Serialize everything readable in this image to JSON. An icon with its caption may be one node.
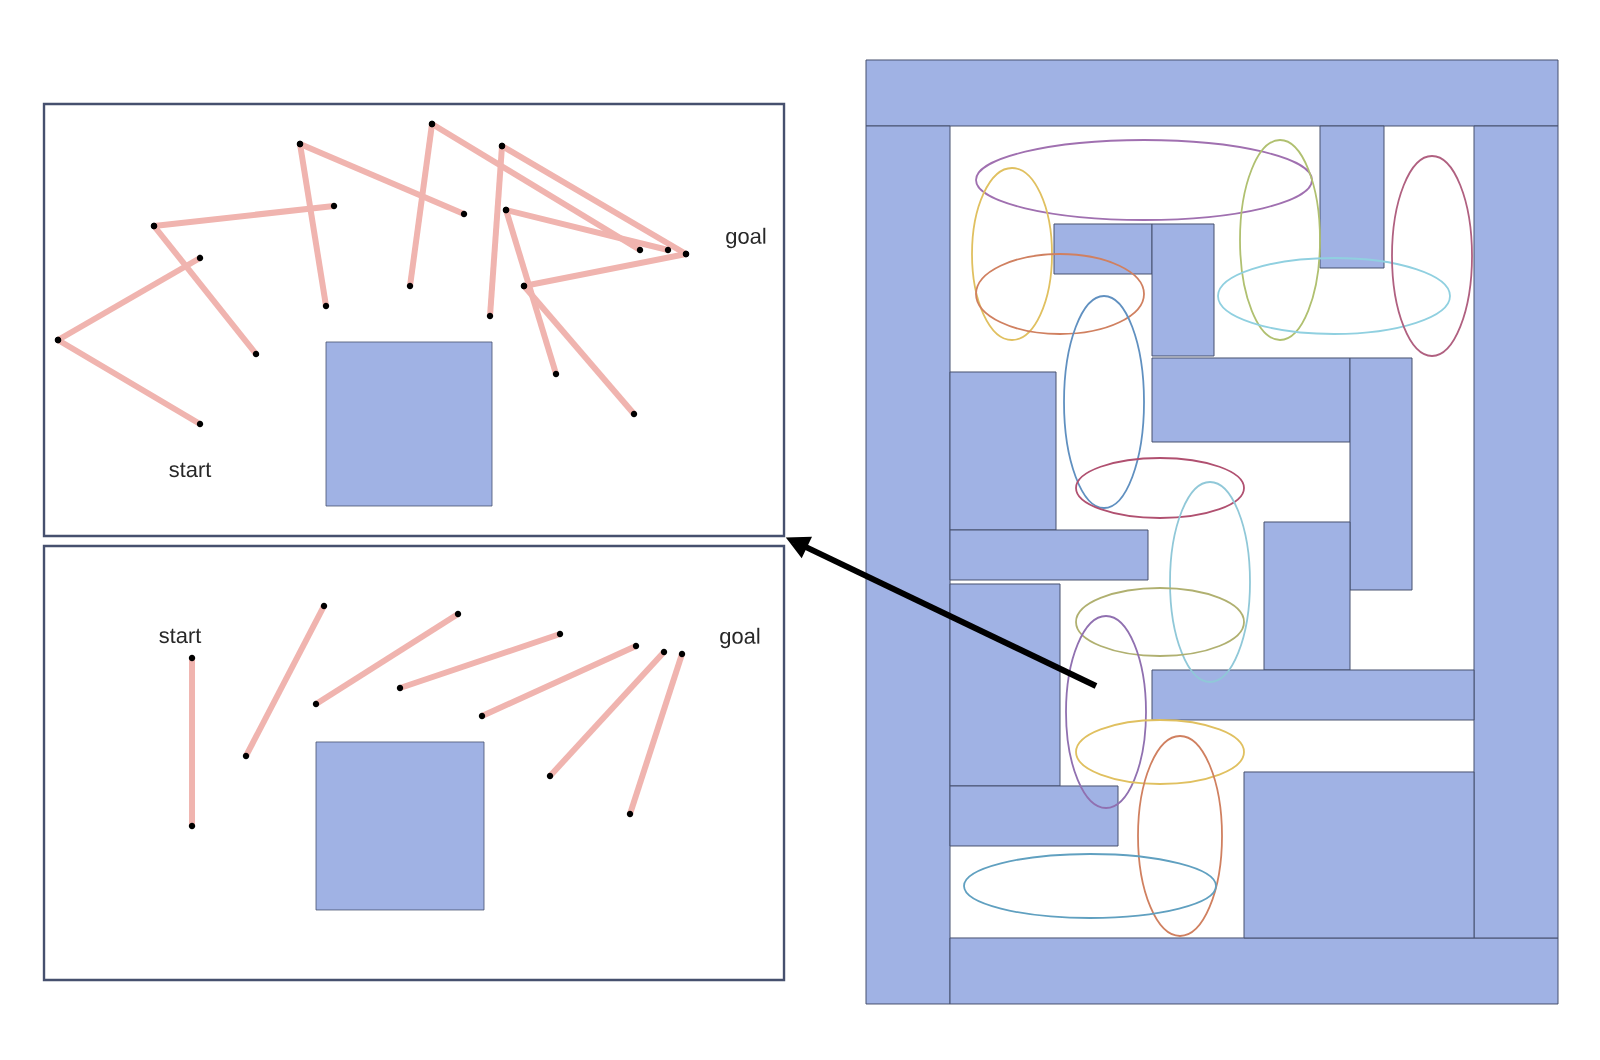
{
  "diagram": {
    "nodes": [
      {
        "text": [
          "goal",
          "start"
        ]
      },
      {
        "text": [
          "start",
          "goal"
        ]
      },
      {
        "text": [],
        "shape": "picture"
      }
    ],
    "edges": [
      {
        "from": 2,
        "to": 0,
        "arrow": "to"
      }
    ]
  }
}
